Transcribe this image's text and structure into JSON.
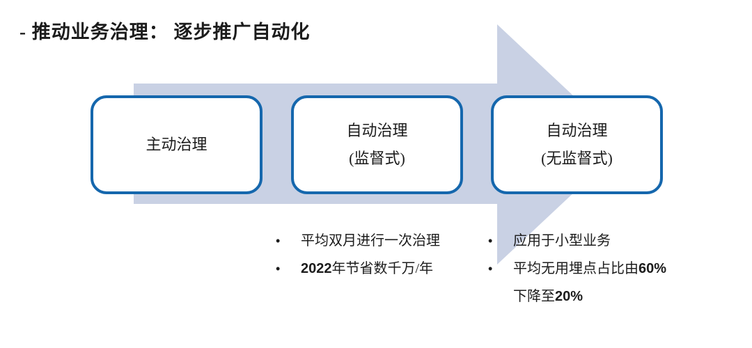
{
  "title": {
    "text": "- 推动业务治理： 逐步推广自动化"
  },
  "bullet_glyph": "•",
  "colors": {
    "arrow_fill": "#c9d1e4",
    "box_border": "#1567ad",
    "box_fill": "#ffffff",
    "text": "#1c1c1c",
    "canvas_bg": "#ffffff"
  },
  "arrow": {
    "direction": "right",
    "shape": "block-arrow"
  },
  "stages": [
    {
      "line1": "主动治理"
    },
    {
      "line1": "自动治理",
      "line2": "(监督式)"
    },
    {
      "line1": "自动治理",
      "line2": "(无监督式)"
    }
  ],
  "callouts": {
    "supervised": {
      "item1": "平均双月进行一次治理",
      "item2_bold": "2022",
      "item2_rest": "年节省数千万/年"
    },
    "unsupervised": {
      "item1": "应用于小型业务",
      "item2_line1_rest": "平均无用埋点占比由",
      "item2_line1_bold": "60%",
      "item2_line2_rest": "下降至",
      "item2_line2_bold": "20%"
    }
  }
}
